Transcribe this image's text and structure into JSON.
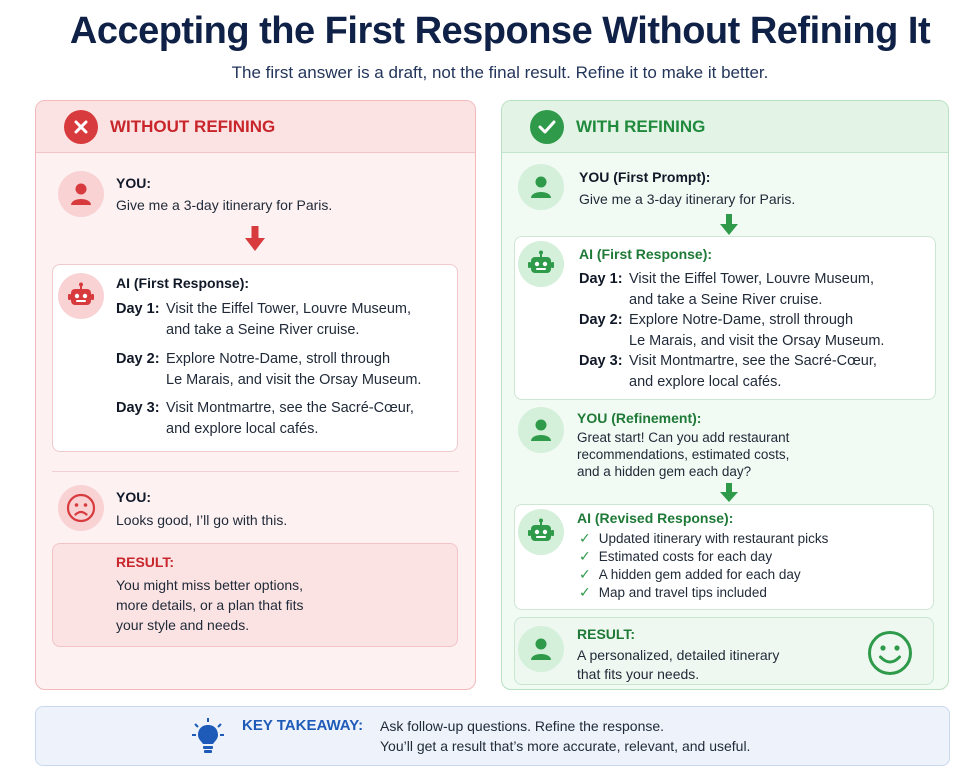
{
  "title": "Accepting the First Response Without Refining It",
  "subtitle": "The first answer is a draft, not the final result. Refine it to make it better.",
  "colors": {
    "red": "#d83b3e",
    "green": "#2e9a4a",
    "navy": "#0f2146",
    "blue": "#1e5bb8"
  },
  "left": {
    "heading": "WITHOUT REFINING",
    "heading_icon": "x-icon",
    "you_label": "YOU:",
    "you_text": "Give me a 3-day itinerary for Paris.",
    "ai_label": "AI (First Response):",
    "days": [
      {
        "label": "Day 1:",
        "text1": "Visit the Eiffel Tower, Louvre Museum,",
        "text2": "and take a Seine River cruise."
      },
      {
        "label": "Day 2:",
        "text1": "Explore Notre-Dame, stroll through",
        "text2": "Le Marais, and visit the Orsay Museum."
      },
      {
        "label": "Day 3:",
        "text1": "Visit Montmartre, see the Sacré-Cœur,",
        "text2": "and explore local cafés."
      }
    ],
    "you2_label": "YOU:",
    "you2_text": "Looks good, I’ll go with this.",
    "result_label": "RESULT:",
    "result_lines": [
      "You might miss better options,",
      "more details, or a plan that fits",
      "your style and needs."
    ]
  },
  "right": {
    "heading": "WITH REFINING",
    "heading_icon": "check-icon",
    "you_label": "YOU (First Prompt):",
    "you_text": "Give me a 3-day itinerary for Paris.",
    "ai_label": "AI (First Response):",
    "days": [
      {
        "label": "Day 1:",
        "text1": "Visit the Eiffel Tower, Louvre Museum,",
        "text2": "and take a Seine River cruise."
      },
      {
        "label": "Day 2:",
        "text1": "Explore Notre-Dame, stroll through",
        "text2": "Le Marais, and visit the Orsay Museum."
      },
      {
        "label": "Day 3:",
        "text1": "Visit Montmartre, see the Sacré-Cœur,",
        "text2": "and explore local cafés."
      }
    ],
    "refine_label": "YOU (Refinement):",
    "refine_lines": [
      "Great start! Can you add restaurant",
      "recommendations, estimated costs,",
      "and a hidden gem each day?"
    ],
    "revised_label": "AI (Revised Response):",
    "revised_items": [
      "Updated itinerary with restaurant picks",
      "Estimated costs for each day",
      "A hidden gem added for each day",
      "Map and travel tips included"
    ],
    "result_label": "RESULT:",
    "result_lines": [
      "A personalized, detailed itinerary",
      "that fits your needs."
    ],
    "result_icon": "smiley-icon"
  },
  "takeaway": {
    "label": "KEY TAKEAWAY:",
    "line1": "Ask follow-up questions. Refine the response.",
    "line2": "You’ll get a result that’s more accurate, relevant, and useful.",
    "icon": "lightbulb-icon"
  }
}
